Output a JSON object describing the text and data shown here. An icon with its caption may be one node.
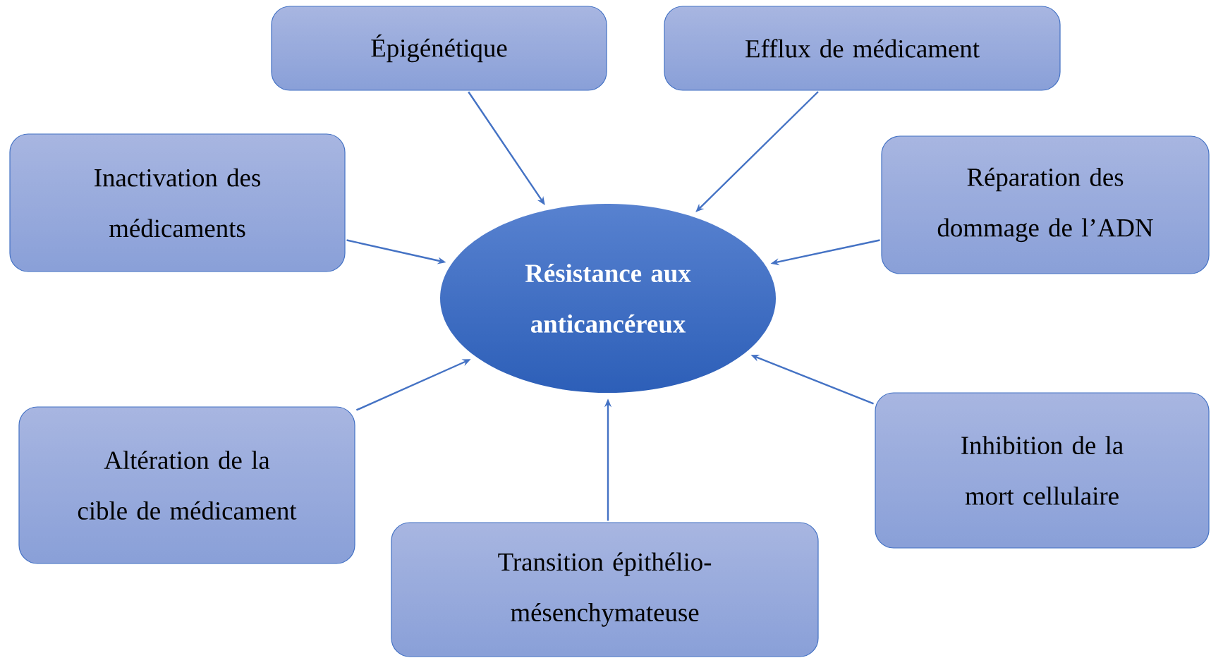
{
  "diagram": {
    "nodes": [
      {
        "text": [
          "Épigénétique"
        ]
      },
      {
        "text": [
          "Efflux de médicament"
        ]
      },
      {
        "text": [
          "Inactivation des médicaments"
        ]
      },
      {
        "text": [
          "Réparation des dommage de l’ADN"
        ]
      },
      {
        "text": [
          "Résistance aux anticancéreux"
        ]
      },
      {
        "text": [
          "Altération de la cible de médicament"
        ]
      },
      {
        "text": [
          "Inhibition de la mort cellulaire"
        ]
      },
      {
        "text": [
          "Transition épithélio-mésenchymateuse"
        ]
      }
    ],
    "edges": [
      {
        "from": 0,
        "to": 4,
        "arrow": "to"
      },
      {
        "from": 1,
        "to": 4,
        "arrow": "to"
      },
      {
        "from": 2,
        "to": 4,
        "arrow": "to"
      },
      {
        "from": 3,
        "to": 4,
        "arrow": "to"
      },
      {
        "from": 5,
        "to": 4,
        "arrow": "to"
      },
      {
        "from": 6,
        "to": 4,
        "arrow": "to"
      },
      {
        "from": 7,
        "to": 4,
        "arrow": "to"
      }
    ]
  }
}
